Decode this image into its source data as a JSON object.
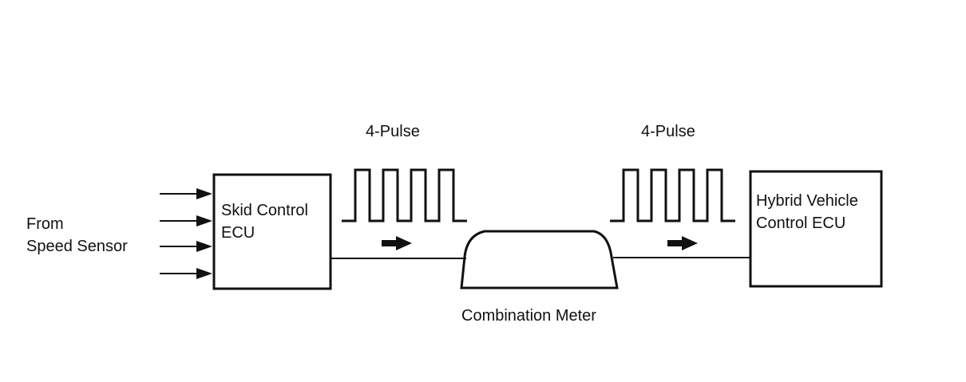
{
  "source_label": {
    "line1": "From",
    "line2": "Speed Sensor"
  },
  "skid_ecu": {
    "line1": "Skid Control",
    "line2": "ECU"
  },
  "pulse_left": "4-Pulse",
  "pulse_right": "4-Pulse",
  "meter_label": "Combination Meter",
  "hybrid_ecu": {
    "line1": "Hybrid Vehicle",
    "line2": "Control ECU"
  },
  "colors": {
    "line": "#111111",
    "background": "#ffffff"
  },
  "pulses_per_signal": 4,
  "sensor_inputs": 4
}
